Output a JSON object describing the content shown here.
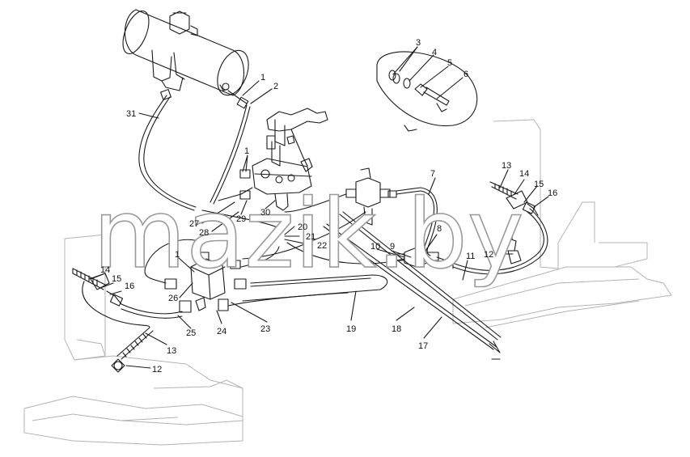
{
  "watermark": "mazik.by",
  "callouts": [
    {
      "id": "c1a",
      "text": "1"
    },
    {
      "id": "c2",
      "text": "2"
    },
    {
      "id": "c3",
      "text": "3"
    },
    {
      "id": "c4",
      "text": "4"
    },
    {
      "id": "c5",
      "text": "5"
    },
    {
      "id": "c6",
      "text": "6"
    },
    {
      "id": "c31",
      "text": "31"
    },
    {
      "id": "c1b",
      "text": "1"
    },
    {
      "id": "c7",
      "text": "7"
    },
    {
      "id": "c13a",
      "text": "13"
    },
    {
      "id": "c14a",
      "text": "14"
    },
    {
      "id": "c15a",
      "text": "15"
    },
    {
      "id": "c16a",
      "text": "16"
    },
    {
      "id": "c27",
      "text": "27"
    },
    {
      "id": "c28",
      "text": "28"
    },
    {
      "id": "c29",
      "text": "29"
    },
    {
      "id": "c30",
      "text": "30"
    },
    {
      "id": "c20",
      "text": "20"
    },
    {
      "id": "c21",
      "text": "21"
    },
    {
      "id": "c22",
      "text": "22"
    },
    {
      "id": "c8",
      "text": "8"
    },
    {
      "id": "c10",
      "text": "10"
    },
    {
      "id": "c9",
      "text": "9"
    },
    {
      "id": "c12a",
      "text": "12"
    },
    {
      "id": "c11",
      "text": "11"
    },
    {
      "id": "c14b",
      "text": "14"
    },
    {
      "id": "c1c",
      "text": "1"
    },
    {
      "id": "c15b",
      "text": "15"
    },
    {
      "id": "c16b",
      "text": "16"
    },
    {
      "id": "c26",
      "text": "26"
    },
    {
      "id": "c25",
      "text": "25"
    },
    {
      "id": "c24",
      "text": "24"
    },
    {
      "id": "c23",
      "text": "23"
    },
    {
      "id": "c19",
      "text": "19"
    },
    {
      "id": "c18",
      "text": "18"
    },
    {
      "id": "c17",
      "text": "17"
    },
    {
      "id": "c13b",
      "text": "13"
    },
    {
      "id": "c12b",
      "text": "12"
    }
  ]
}
